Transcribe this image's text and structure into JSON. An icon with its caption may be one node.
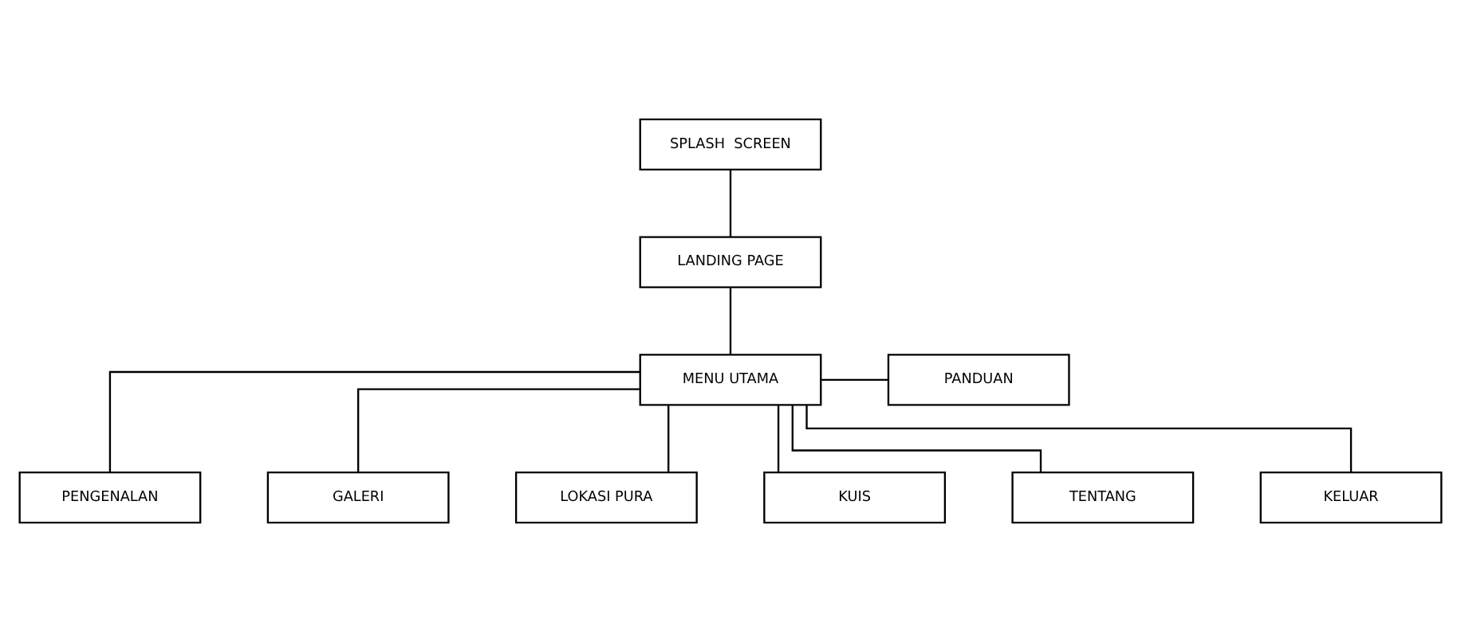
{
  "diagram": {
    "nodes": [
      {
        "text": [
          "SPLASH  SCREEN"
        ]
      },
      {
        "text": [
          "LANDING PAGE"
        ]
      },
      {
        "text": [
          "MENU UTAMA"
        ]
      },
      {
        "text": [
          "PANDUAN"
        ]
      },
      {
        "text": [
          "PENGENALAN"
        ]
      },
      {
        "text": [
          "GALERI"
        ]
      },
      {
        "text": [
          "LOKASI PURA"
        ]
      },
      {
        "text": [
          "KUIS"
        ]
      },
      {
        "text": [
          "TENTANG"
        ]
      },
      {
        "text": [
          "KELUAR"
        ]
      }
    ],
    "edges": [
      {
        "from": 0,
        "to": 1,
        "arrow": "none"
      },
      {
        "from": 1,
        "to": 2,
        "arrow": "none"
      },
      {
        "from": 2,
        "to": 3,
        "arrow": "none"
      },
      {
        "from": 2,
        "to": 4,
        "arrow": "none"
      },
      {
        "from": 2,
        "to": 5,
        "arrow": "none"
      },
      {
        "from": 2,
        "to": 6,
        "arrow": "none"
      },
      {
        "from": 2,
        "to": 7,
        "arrow": "none"
      },
      {
        "from": 2,
        "to": 8,
        "arrow": "none"
      },
      {
        "from": 2,
        "to": 9,
        "arrow": "none"
      }
    ]
  }
}
